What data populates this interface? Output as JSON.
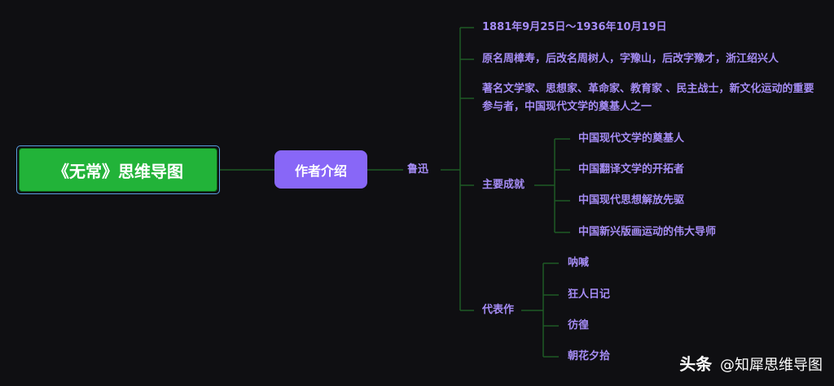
{
  "root": {
    "label": "《无常》思维导图"
  },
  "author_topic": {
    "label": "作者介绍"
  },
  "name": {
    "label": "鲁迅"
  },
  "details": {
    "dates": "1881年9月25日～1936年10月19日",
    "names": "原名周樟寿，后改名周树人，字豫山，后改字豫才，浙江绍兴人",
    "identity": "著名文学家、思想家、革命家、教育家 、民主战士，新文化运动的重要参与者，中国现代文学的奠基人之一"
  },
  "achievements": {
    "label": "主要成就",
    "items": [
      "中国现代文学的奠基人",
      "中国翻译文学的开拓者",
      "中国现代思想解放先驱",
      "中国新兴版画运动的伟大导师"
    ]
  },
  "works": {
    "label": "代表作",
    "items": [
      "呐喊",
      "狂人日记",
      "彷徨",
      "朝花夕拾"
    ]
  },
  "watermark": {
    "brand": "头条",
    "handle": "@知犀思维导图"
  },
  "colors": {
    "background": "#0f0f12",
    "root_fill": "#22b339",
    "root_outline": "#5a9fe0",
    "author_fill": "#8867f7",
    "text": "#a58cf5",
    "connector": "#1e5a25"
  }
}
